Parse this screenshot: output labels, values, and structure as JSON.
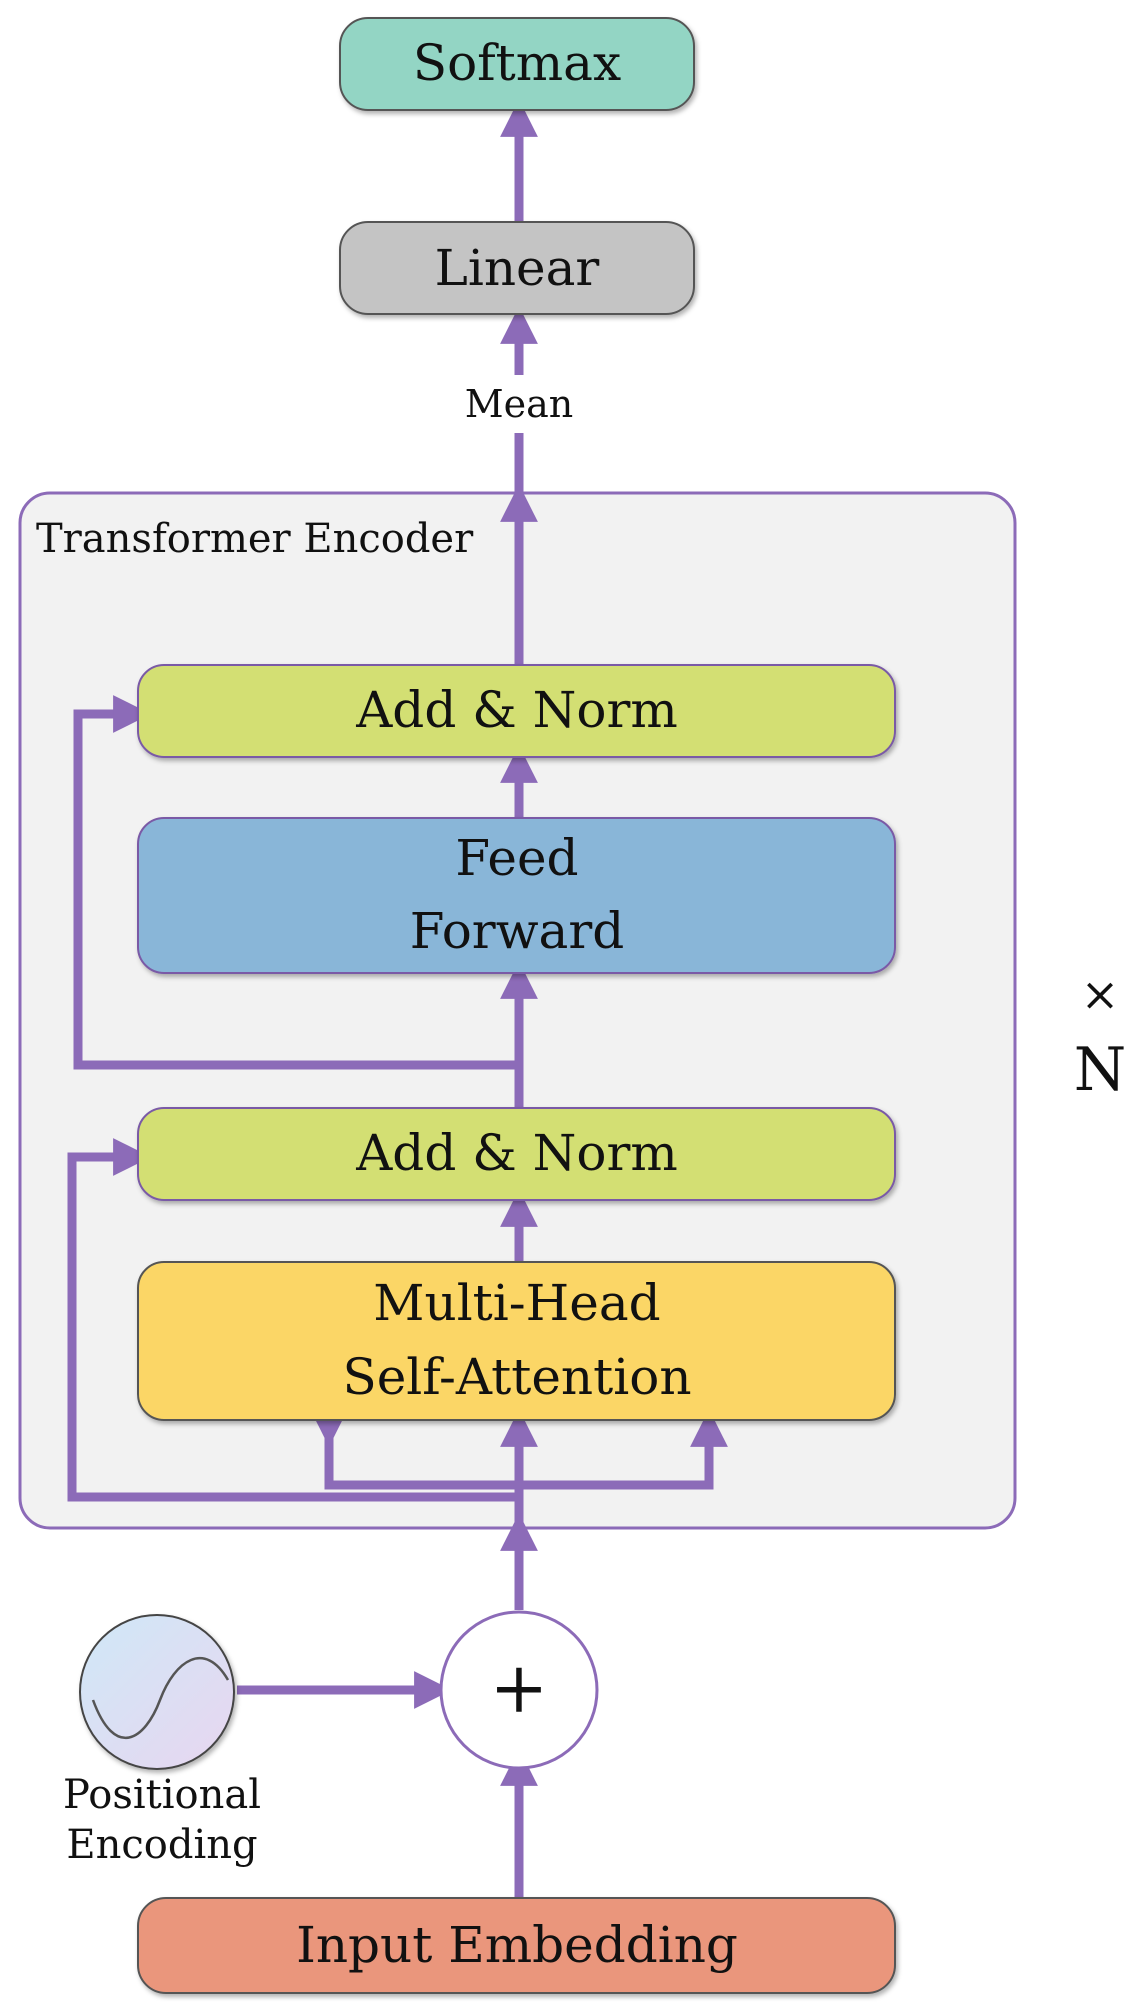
{
  "diagram": {
    "softmax": "Softmax",
    "linear": "Linear",
    "mean": "Mean",
    "encoder_label": "Transformer Encoder",
    "add_norm_top": "Add & Norm",
    "feed_forward_line1": "Feed",
    "feed_forward_line2": "Forward",
    "add_norm_bottom": "Add & Norm",
    "mha_line1": "Multi-Head",
    "mha_line2": "Self-Attention",
    "repeat_times": "×",
    "repeat_n": "N",
    "plus": "+",
    "pos_enc_line1": "Positional",
    "pos_enc_line2": "Encoding",
    "input_embedding": "Input Embedding"
  },
  "colors": {
    "arrow": "#8c6bb8",
    "softmax": "#93d5c4",
    "linear": "#c4c4c4",
    "add_norm": "#d3df73",
    "feed_forward": "#89b6d8",
    "attention": "#fbd666",
    "input_embedding": "#ea967b",
    "encoder_bg": "#f2f2f2",
    "encoder_border": "#8c6bb8"
  }
}
